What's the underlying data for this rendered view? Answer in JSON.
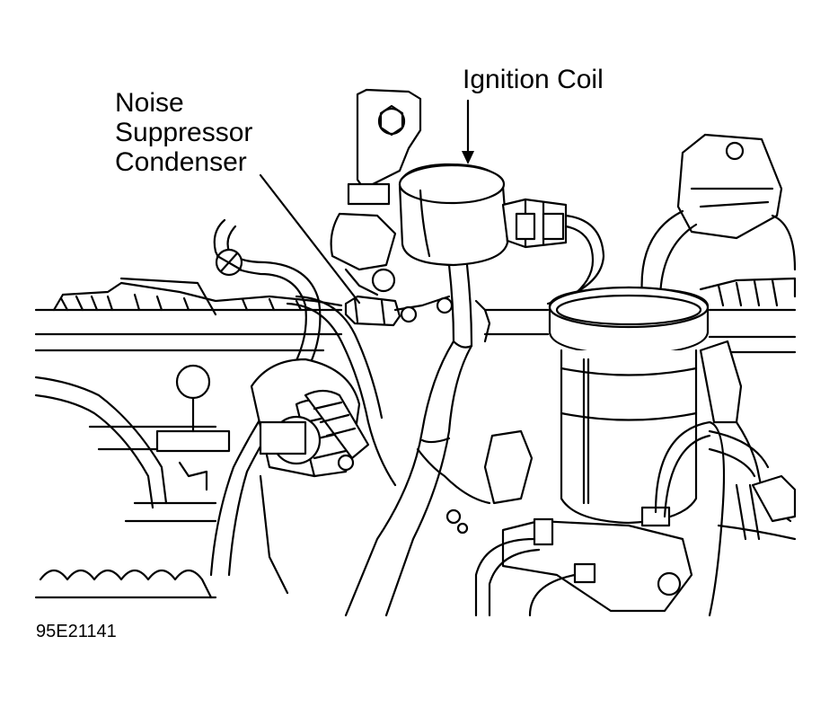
{
  "labels": {
    "ignition_coil": "Ignition Coil",
    "noise_suppressor_line1": "Noise",
    "noise_suppressor_line2": "Suppressor",
    "noise_suppressor_line3": "Condenser"
  },
  "figure_code": "95E21141"
}
